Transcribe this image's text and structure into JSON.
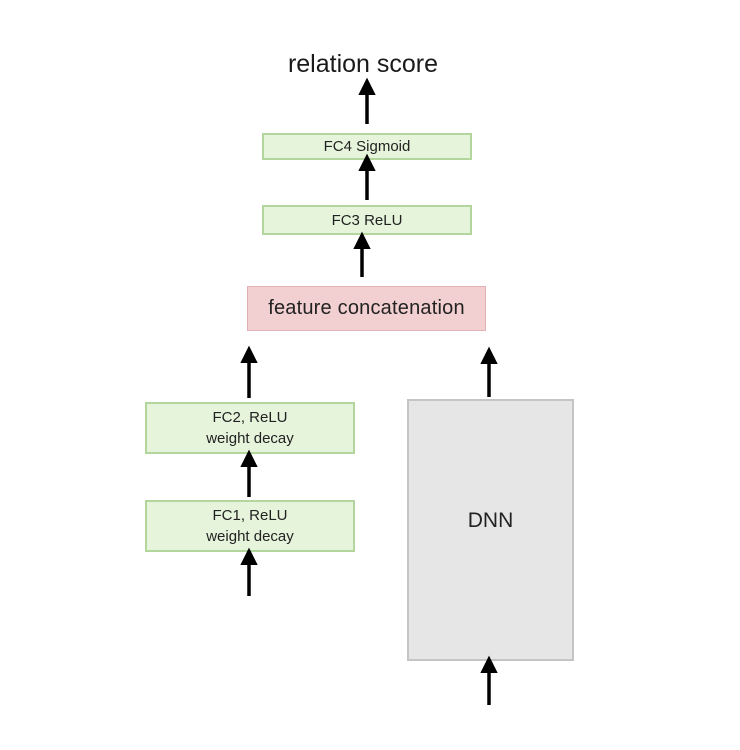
{
  "diagram": {
    "output_label": "relation score",
    "fc4": "FC4 Sigmoid",
    "fc3": "FC3 ReLU",
    "concat": "feature concatenation",
    "fc2": {
      "line1": "FC2, ReLU",
      "line2": "weight decay"
    },
    "fc1": {
      "line1": "FC1, ReLU",
      "line2": "weight decay"
    },
    "dnn": "DNN"
  },
  "colors": {
    "fc_fill": "#e6f4dc",
    "fc_border": "#b2d69b",
    "concat_fill": "#f2cfd1",
    "dnn_fill": "#e6e6e6",
    "arrow": "#000000"
  }
}
